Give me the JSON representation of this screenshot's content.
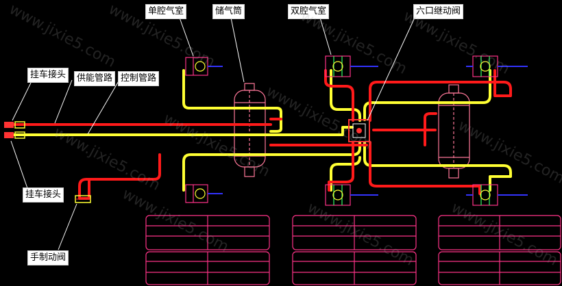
{
  "labels": {
    "single_chamber": "单腔气室",
    "air_tank": "储气筒",
    "dual_chamber": "双腔气室",
    "six_port_relay_valve": "六口继动阀",
    "trailer_coupling_top": "挂车接头",
    "supply_line": "供能管路",
    "control_line": "控制管路",
    "trailer_coupling_bottom": "挂车接头",
    "hand_brake_valve": "手制动阀"
  },
  "watermark": "www.jixie5.com",
  "colors": {
    "background": "#000000",
    "supply_pipe": "#ff1a1a",
    "control_pipe": "#ffff33",
    "outline": "#ff3388",
    "tire": "#ff3388",
    "tank": "#ff7799",
    "leader": "#ffffff",
    "valve": "#ff3333",
    "axle_stub": "#3333ff"
  }
}
